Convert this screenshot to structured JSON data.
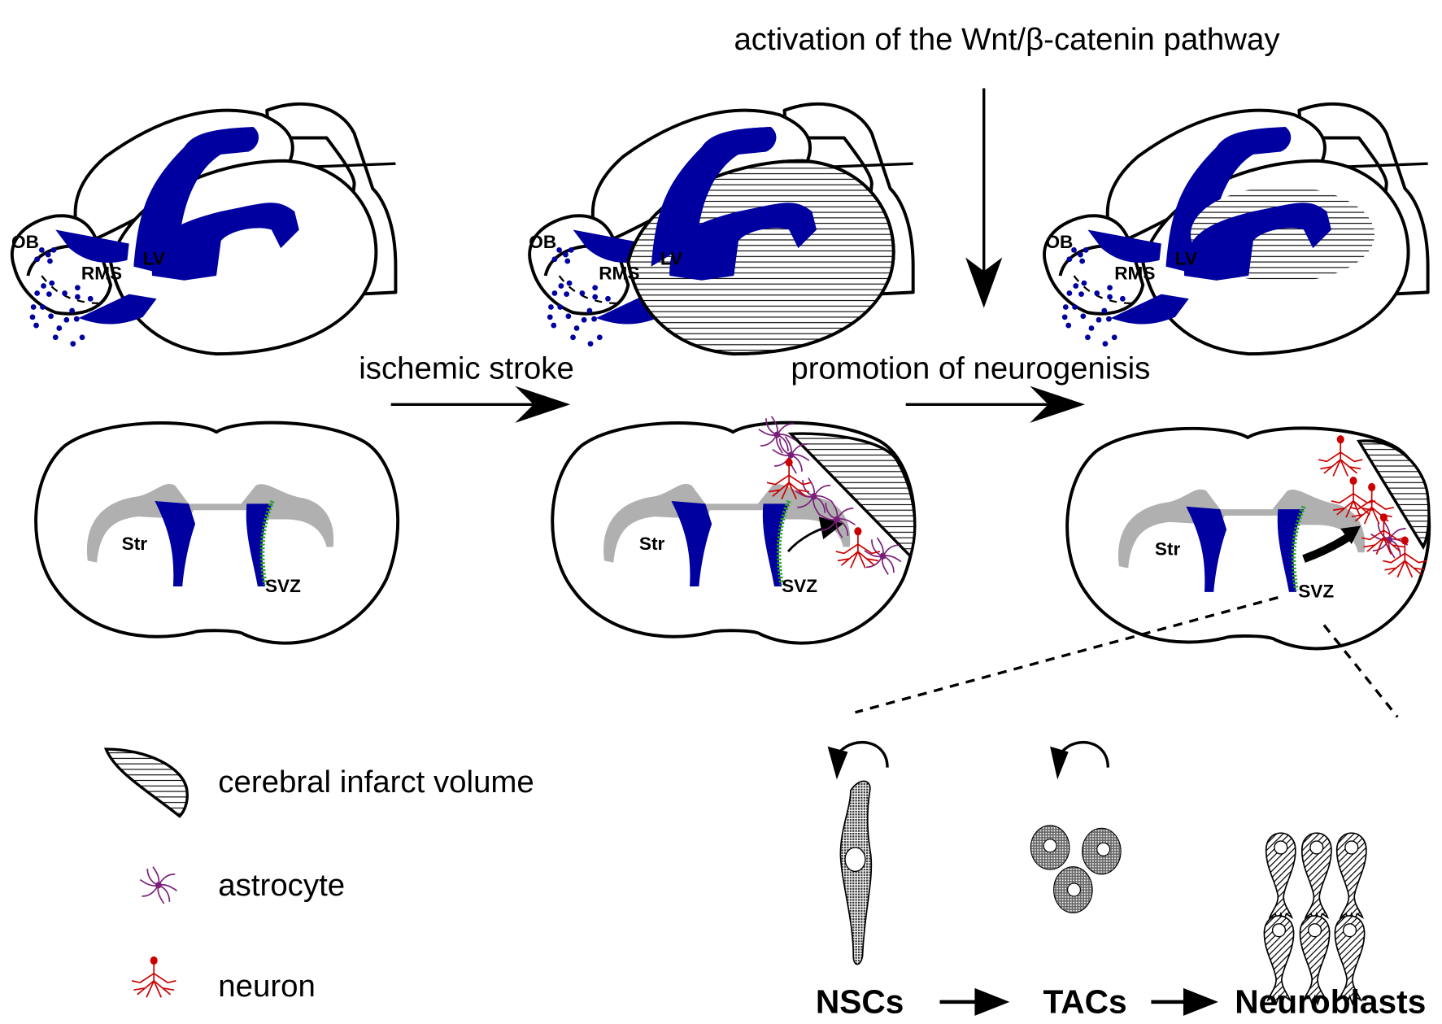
{
  "title": "activation of the Wnt/β-catenin pathway",
  "steps": {
    "stroke": "ischemic stroke",
    "promotion": "promotion of neurogenisis"
  },
  "sagittal_labels": {
    "ob": "OB",
    "rms": "RMS",
    "lv": "LV"
  },
  "coronal_labels": {
    "str": "Str",
    "svz": "SVZ"
  },
  "legend": [
    {
      "icon": "hatched-infarct-icon",
      "label": "cerebral infarct volume"
    },
    {
      "icon": "astrocyte-icon",
      "label": "astrocyte"
    },
    {
      "icon": "neuron-icon",
      "label": "neuron"
    }
  ],
  "cells": {
    "nsc": "NSCs",
    "tac": "TACs",
    "neuroblast": "Neuroblasts"
  },
  "colors": {
    "ventricle": "#0000a0",
    "callosum": "#b0b0b0",
    "svz": "#2ca02c",
    "astrocyte": "#7b1f7b",
    "neuron": "#cc0000"
  }
}
